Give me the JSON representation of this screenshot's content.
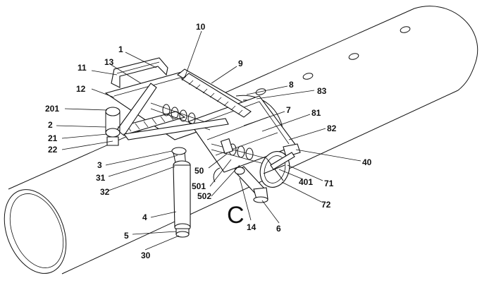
{
  "labels": {
    "l10": "10",
    "l1": "1",
    "l9": "9",
    "l13": "13",
    "l11": "11",
    "l12": "12",
    "l8": "8",
    "l83": "83",
    "l201": "201",
    "l7": "7",
    "l81": "81",
    "l2": "2",
    "l82": "82",
    "l21": "21",
    "l22": "22",
    "l40": "40",
    "l3": "3",
    "l31": "31",
    "l50": "50",
    "l32": "32",
    "l501": "501",
    "l401": "401",
    "l71": "71",
    "l502": "502",
    "l72": "72",
    "l4": "4",
    "l14": "14",
    "l6": "6",
    "l5": "5",
    "l30": "30"
  },
  "section_mark": "C"
}
